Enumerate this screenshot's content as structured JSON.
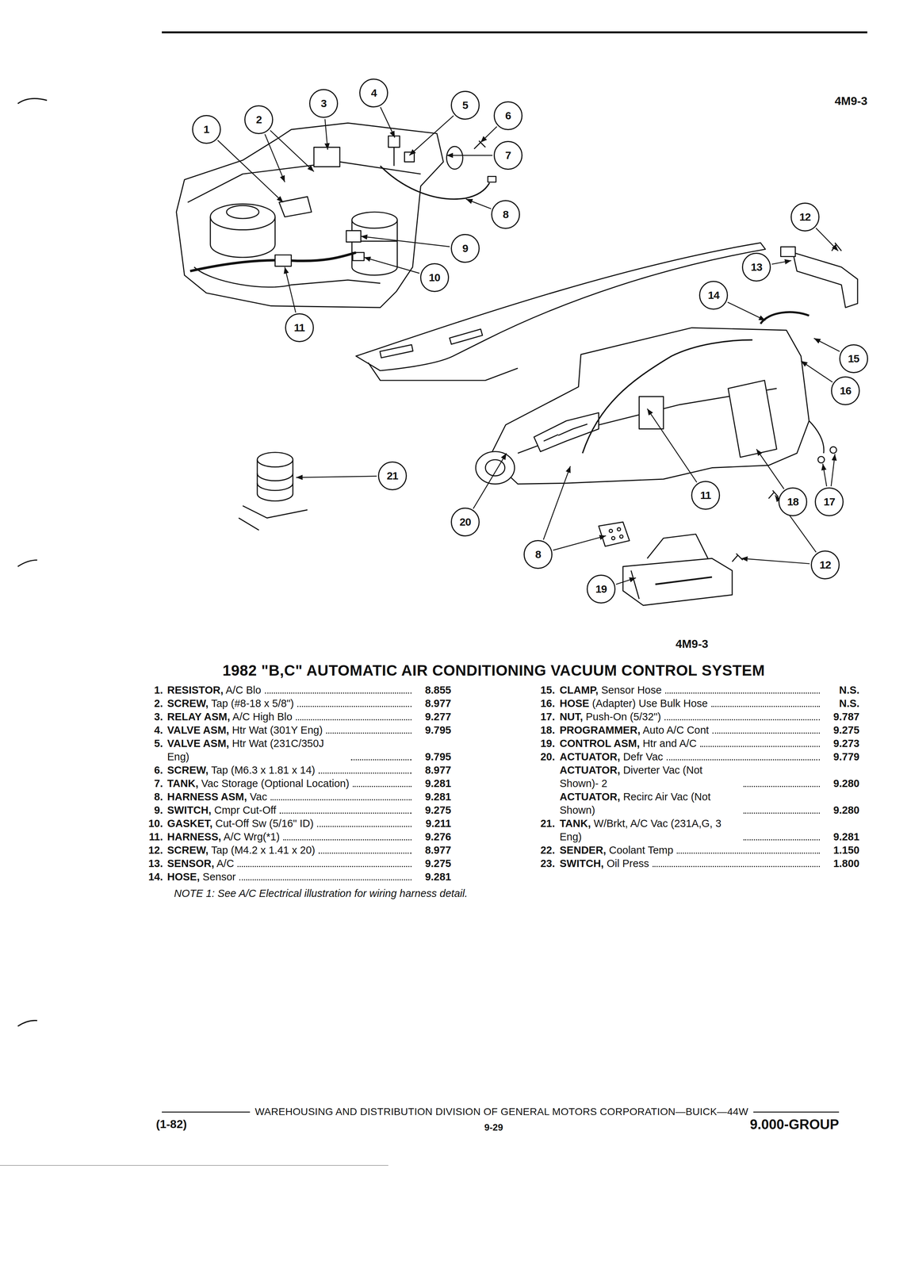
{
  "diagram": {
    "title": "1982 \"B,C\" AUTOMATIC AIR CONDITIONING VACUUM CONTROL SYSTEM",
    "nodes": [
      {
        "text": [
          "1"
        ]
      },
      {
        "text": [
          "2"
        ]
      },
      {
        "text": [
          "3"
        ]
      },
      {
        "text": [
          "4"
        ]
      },
      {
        "text": [
          "5"
        ]
      },
      {
        "text": [
          "6"
        ]
      },
      {
        "text": [
          "7"
        ]
      },
      {
        "text": [
          "8"
        ]
      },
      {
        "text": [
          "9"
        ]
      },
      {
        "text": [
          "10"
        ]
      },
      {
        "text": [
          "11"
        ]
      },
      {
        "text": [
          "12"
        ]
      },
      {
        "text": [
          "13"
        ]
      },
      {
        "text": [
          "14"
        ]
      },
      {
        "text": [
          "15"
        ]
      },
      {
        "text": [
          "16"
        ]
      },
      {
        "text": [
          "21"
        ]
      },
      {
        "text": [
          "11"
        ]
      },
      {
        "text": [
          "18"
        ]
      },
      {
        "text": [
          "17"
        ]
      },
      {
        "text": [
          "20"
        ]
      },
      {
        "text": [
          "8"
        ]
      },
      {
        "text": [
          "19"
        ]
      },
      {
        "text": [
          "12"
        ]
      }
    ],
    "labels": [
      "4M9-3",
      "4M9-3",
      "1.",
      "RESISTOR, A/C Blo",
      "8.855",
      "2.",
      "SCREW, Tap (#8-18 x 5/8\")",
      "8.977",
      "3.",
      "RELAY ASM, A/C High Blo",
      "9.277",
      "4.",
      "VALVE ASM, Htr Wat (301Y Eng)",
      "9.795",
      "5.",
      "VALVE ASM, Htr Wat (231C/350J Eng)",
      "9.795",
      "6.",
      "SCREW, Tap (M6.3 x 1.81 x 14)",
      "8.977",
      "7.",
      "TANK, Vac Storage (Optional Location)",
      "9.281",
      "8.",
      "HARNESS ASM, Vac",
      "9.281",
      "9.",
      "SWITCH, Cmpr Cut-Off",
      "9.275",
      "10.",
      "GASKET, Cut-Off Sw (5/16\" ID)",
      "9.211",
      "11.",
      "HARNESS, A/C Wrg(*1)",
      "9.276",
      "12.",
      "SCREW, Tap (M4.2 x 1.41 x 20)",
      "8.977",
      "13.",
      "SENSOR, A/C",
      "9.275",
      "14.",
      "HOSE, Sensor",
      "9.281",
      "15.",
      "CLAMP, Sensor Hose",
      "N.S.",
      "16.",
      "HOSE (Adapter) Use Bulk Hose",
      "N.S.",
      "17.",
      "NUT, Push-On (5/32\")",
      "9.787",
      "18.",
      "PROGRAMMER, Auto A/C Cont",
      "9.275",
      "19.",
      "CONTROL ASM, Htr and A/C",
      "9.273",
      "20.",
      "ACTUATOR, Defr Vac",
      "9.779",
      "ACTUATOR, Diverter Vac (Not Shown)- 2",
      "9.280",
      "ACTUATOR, Recirc Air Vac (Not Shown)",
      "9.280",
      "21.",
      "TANK, W/Brkt, A/C Vac (231A,G, 3 Eng)",
      "9.281",
      "22.",
      "SENDER, Coolant Temp",
      "1.150",
      "23.",
      "SWITCH, Oil Press",
      "1.800",
      "NOTE 1: See A/C Electrical illustration for wiring harness detail.",
      "WAREHOUSING AND DISTRIBUTION DIVISION OF GENERAL MOTORS CORPORATION—BUICK—44W",
      "(1-82)",
      "9-29",
      "9.000-GROUP"
    ]
  }
}
